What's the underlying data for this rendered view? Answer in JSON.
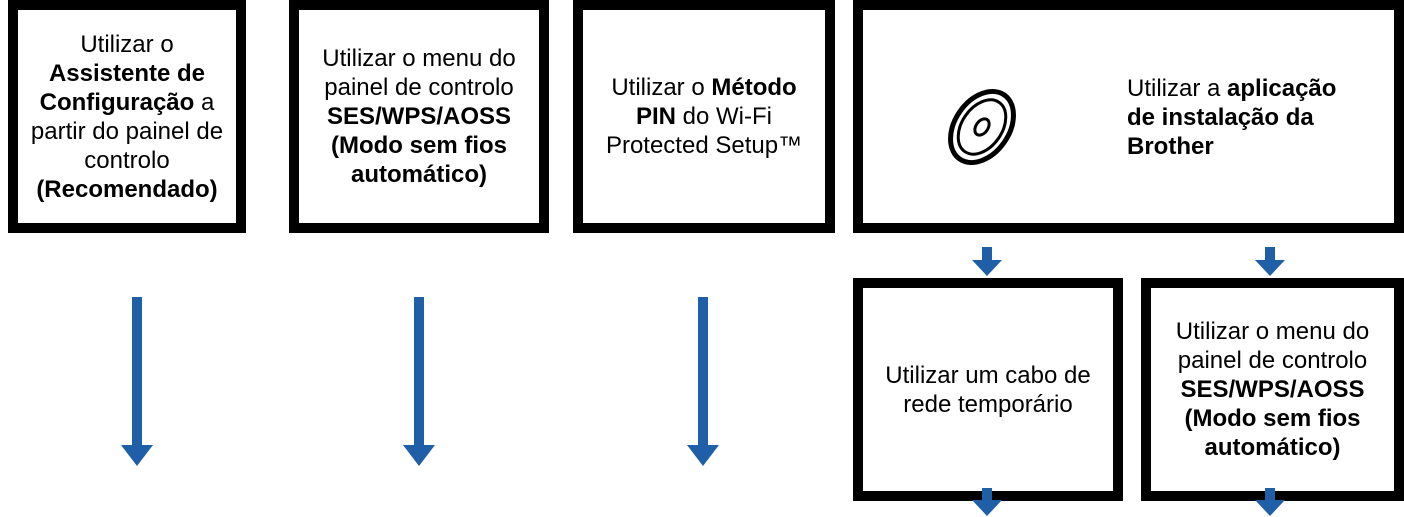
{
  "boxes": {
    "wizard": {
      "segments": [
        {
          "text": "Utilizar o",
          "bold": false,
          "br": true
        },
        {
          "text": "Assistente de Configuração",
          "bold": true
        },
        {
          "text": " a partir do painel de controlo ",
          "bold": false
        },
        {
          "text": "(Recomendado)",
          "bold": true
        }
      ]
    },
    "ses_wps_aoss": {
      "segments": [
        {
          "text": "Utilizar o menu do painel de controlo ",
          "bold": false
        },
        {
          "text": "SES/WPS/AOSS (Modo sem fios automático)",
          "bold": true
        }
      ]
    },
    "pin_method": {
      "segments": [
        {
          "text": "Utilizar o ",
          "bold": false
        },
        {
          "text": "Método PIN",
          "bold": true
        },
        {
          "text": " do Wi-Fi Protected Setup™",
          "bold": false
        }
      ]
    },
    "installer": {
      "segments": [
        {
          "text": "Utilizar a ",
          "bold": false
        },
        {
          "text": "aplicação de instalação da Brother",
          "bold": true
        }
      ]
    },
    "network_cable": {
      "segments": [
        {
          "text": "Utilizar um cabo de rede temporário",
          "bold": false
        }
      ]
    },
    "ses_wps_aoss_2": {
      "segments": [
        {
          "text": "Utilizar o menu do painel de controlo ",
          "bold": false
        },
        {
          "text": "SES/WPS/AOSS (Modo sem fios automático)",
          "bold": true
        }
      ]
    }
  },
  "colors": {
    "arrow": "#1f5fa8",
    "border": "#000000",
    "disc": "#000000"
  },
  "icons": {
    "installer_disc": "cd-disc-icon"
  }
}
